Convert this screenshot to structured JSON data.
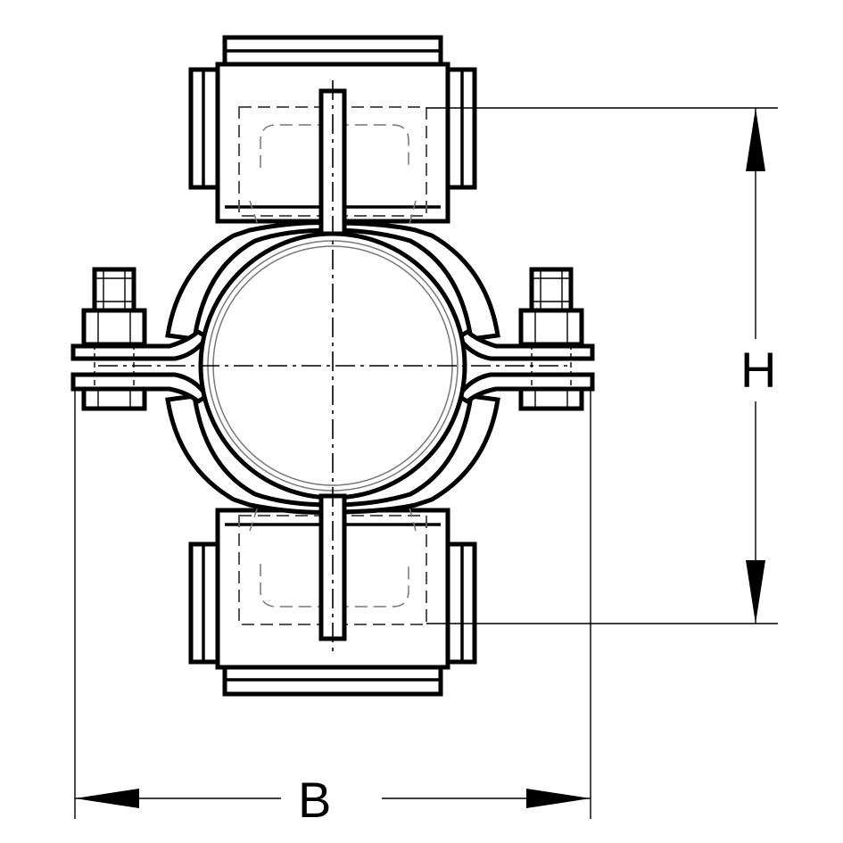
{
  "dimensions": {
    "height_label": "H",
    "width_label": "B"
  },
  "components": [
    "pipe-clamp",
    "pipe",
    "upper-rubber-damper",
    "lower-rubber-damper",
    "left-bolt-nut",
    "right-bolt-nut"
  ]
}
